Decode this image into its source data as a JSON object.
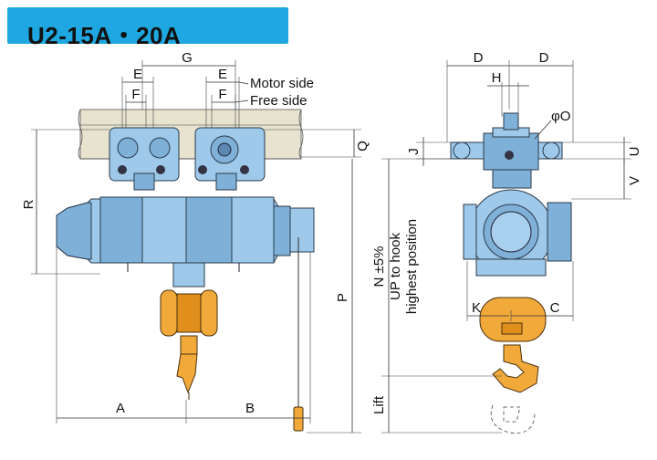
{
  "title": "U2-15A・20A",
  "colors": {
    "title_bg": "#1ea7e1",
    "hoist_body": "#9ec9ea",
    "hook": "#f1a93a",
    "rail": "#e7e3cf"
  },
  "side_labels": {
    "motor_side": "Motor side",
    "free_side": "Free side"
  },
  "dimension_labels": {
    "A": "A",
    "B": "B",
    "C": "C",
    "D1": "D",
    "D2": "D",
    "E1": "E",
    "E2": "E",
    "F1": "F",
    "F2": "F",
    "G": "G",
    "H": "H",
    "J": "J",
    "K": "K",
    "N": "N ±5%",
    "O": "φO",
    "P": "P",
    "Q": "Q",
    "R": "R",
    "U": "U",
    "V": "V",
    "lift": "Lift"
  },
  "notes": {
    "up_to_hook_1": "UP to hook",
    "up_to_hook_2": "highest position"
  }
}
